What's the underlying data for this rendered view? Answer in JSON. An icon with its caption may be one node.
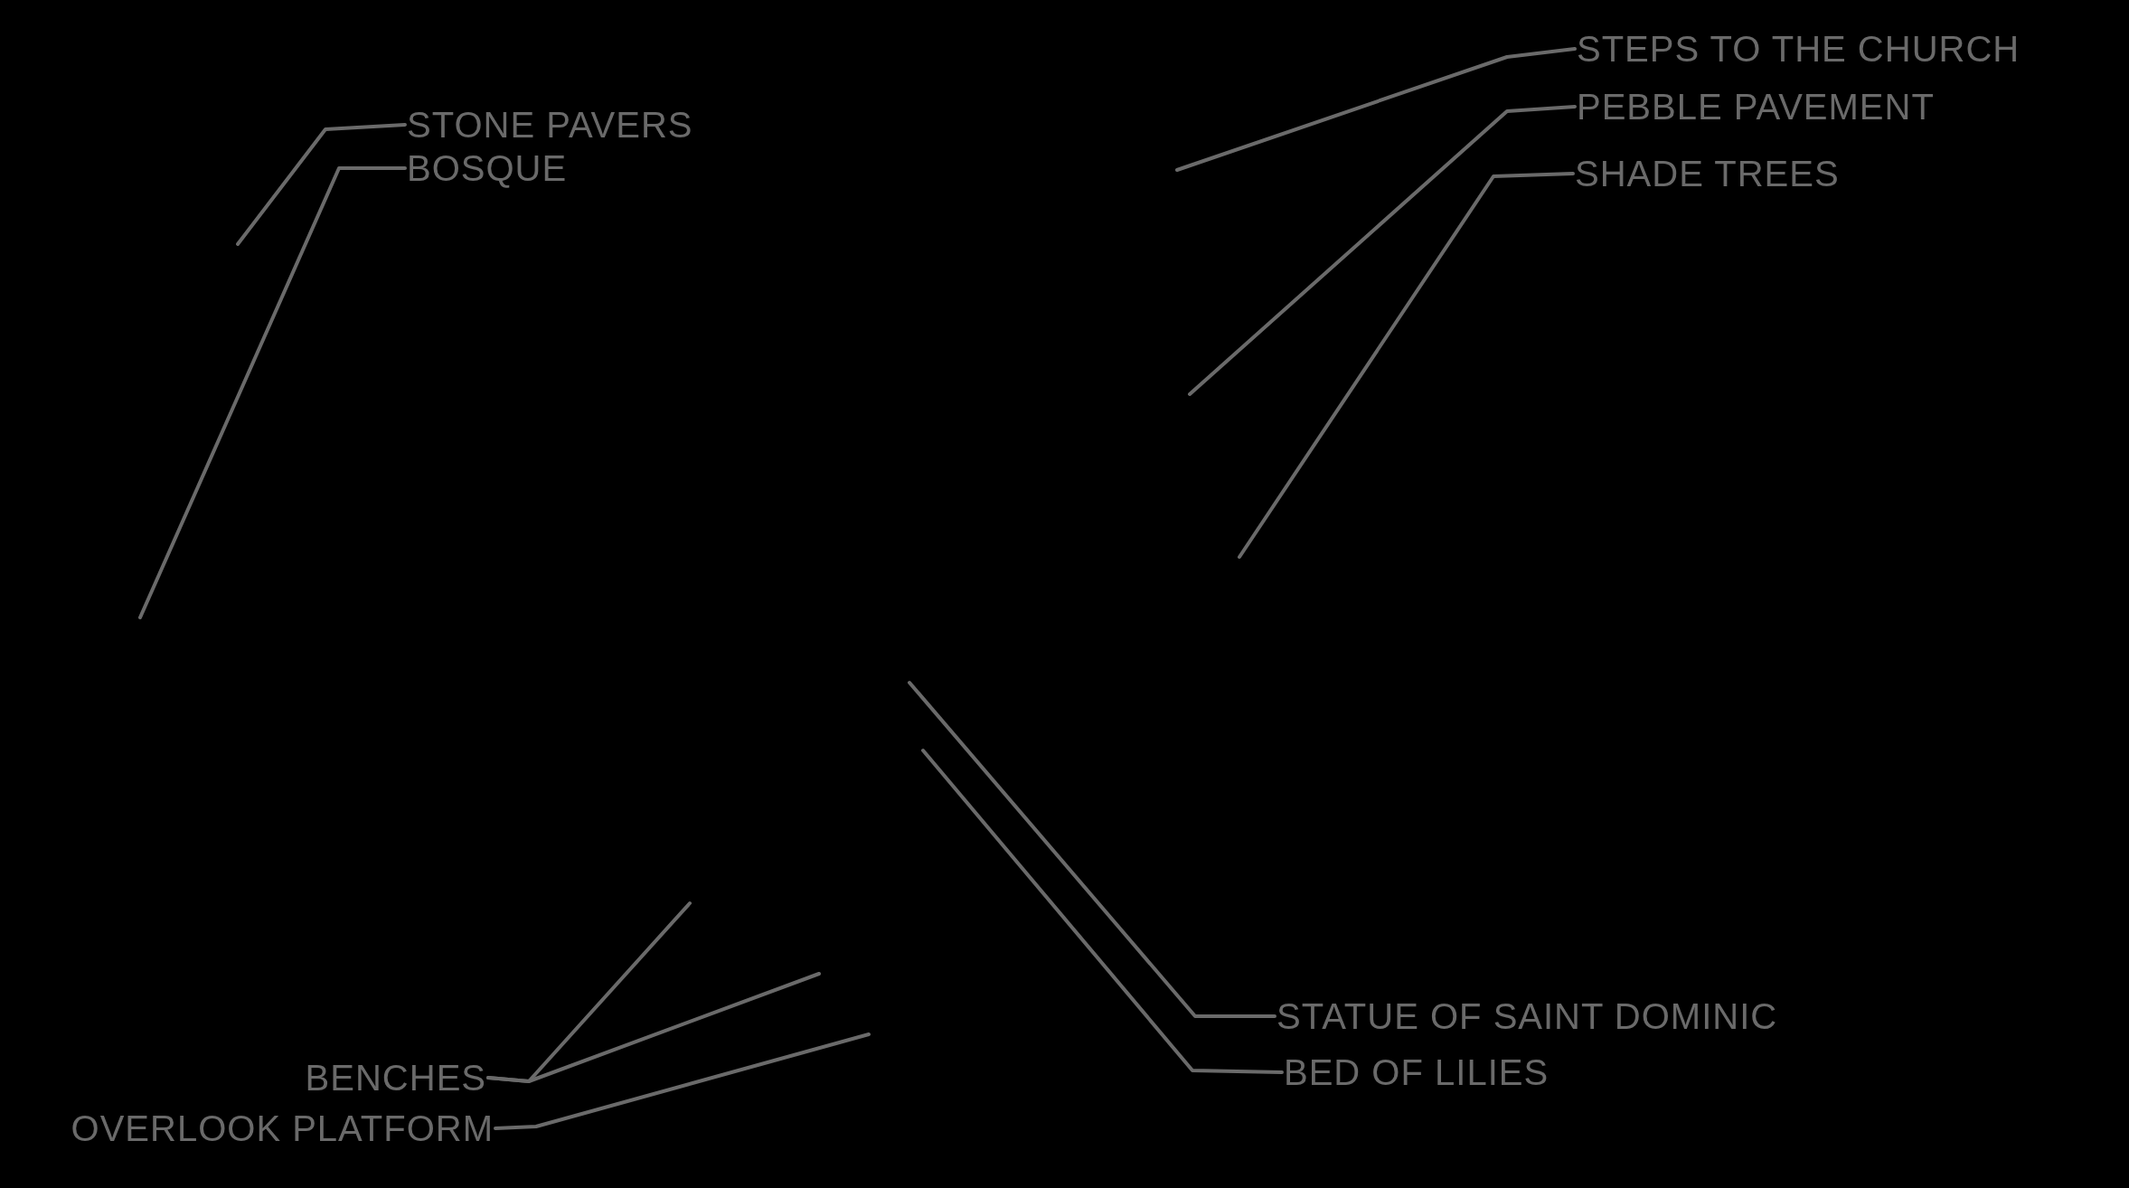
{
  "diagram": {
    "nodes": [
      {
        "text": [
          "STONE PAVERS"
        ]
      },
      {
        "text": [
          "BOSQUE"
        ]
      },
      {
        "text": [
          "STEPS TO THE CHURCH"
        ]
      },
      {
        "text": [
          "PEBBLE PAVEMENT"
        ]
      },
      {
        "text": [
          "SHADE TREES"
        ]
      },
      {
        "text": [
          "STATUE OF SAINT DOMINIC"
        ]
      },
      {
        "text": [
          "BED OF LILIES"
        ]
      },
      {
        "text": [
          "BENCHES"
        ]
      },
      {
        "text": [
          "OVERLOOK PLATFORM"
        ]
      }
    ],
    "edges": [
      {
        "from": 0,
        "to": null,
        "arrow": "none"
      },
      {
        "from": 1,
        "to": null,
        "arrow": "none"
      },
      {
        "from": 2,
        "to": null,
        "arrow": "none"
      },
      {
        "from": 3,
        "to": null,
        "arrow": "none"
      },
      {
        "from": 4,
        "to": null,
        "arrow": "none"
      },
      {
        "from": 5,
        "to": null,
        "arrow": "none"
      },
      {
        "from": 6,
        "to": null,
        "arrow": "none"
      },
      {
        "from": 7,
        "to": null,
        "arrow": "none"
      },
      {
        "from": 7,
        "to": null,
        "arrow": "none"
      },
      {
        "from": 8,
        "to": null,
        "arrow": "none"
      }
    ]
  }
}
